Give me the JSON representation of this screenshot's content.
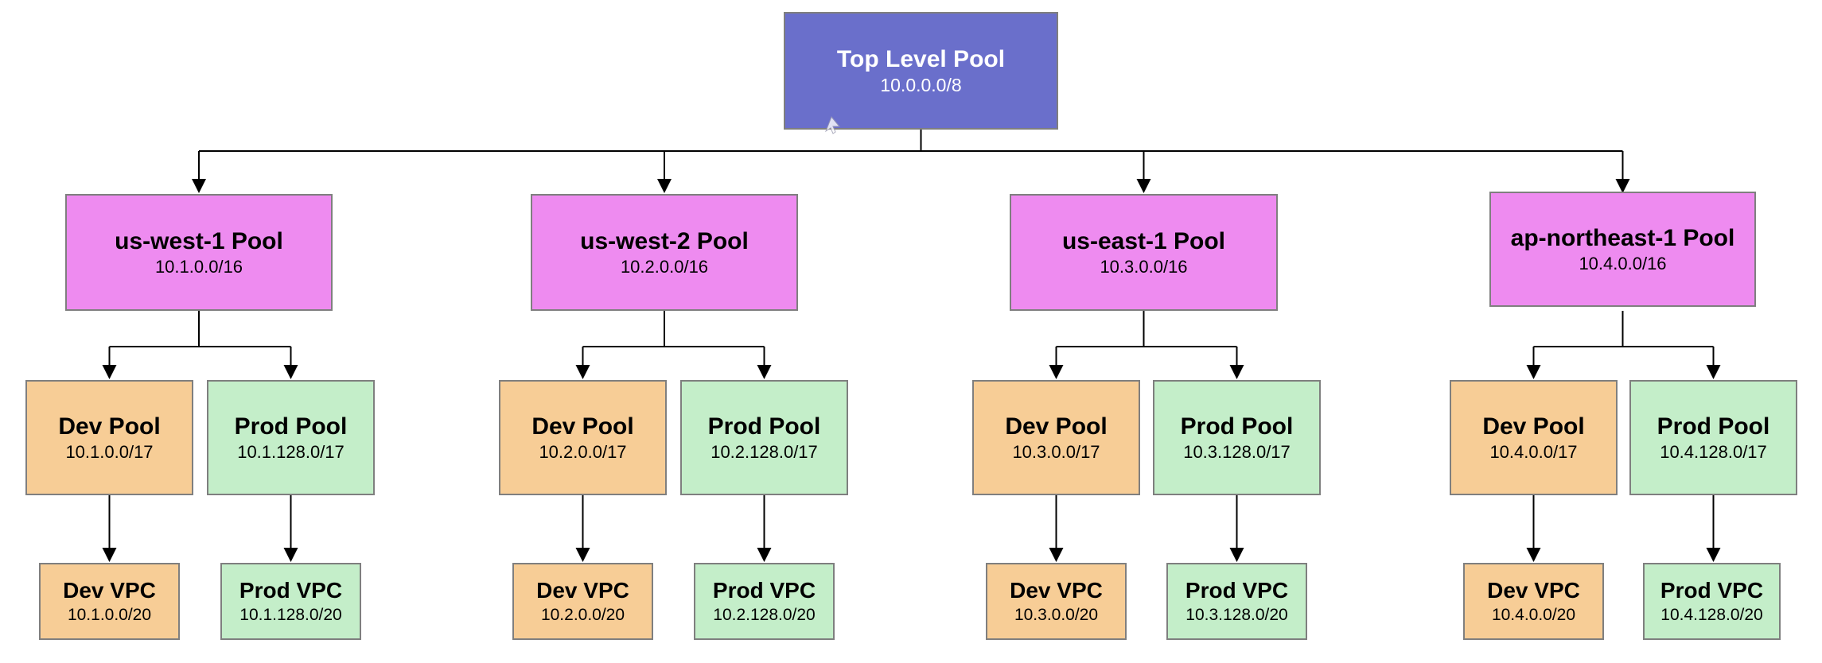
{
  "diagram": {
    "root": {
      "title": "Top Level Pool",
      "cidr": "10.0.0.0/8"
    },
    "regions": [
      {
        "title": "us-west-1 Pool",
        "cidr": "10.1.0.0/16",
        "dev_pool": {
          "title": "Dev Pool",
          "cidr": "10.1.0.0/17"
        },
        "prod_pool": {
          "title": "Prod Pool",
          "cidr": "10.1.128.0/17"
        },
        "dev_vpc": {
          "title": "Dev VPC",
          "cidr": "10.1.0.0/20"
        },
        "prod_vpc": {
          "title": "Prod VPC",
          "cidr": "10.1.128.0/20"
        }
      },
      {
        "title": "us-west-2 Pool",
        "cidr": "10.2.0.0/16",
        "dev_pool": {
          "title": "Dev Pool",
          "cidr": "10.2.0.0/17"
        },
        "prod_pool": {
          "title": "Prod Pool",
          "cidr": "10.2.128.0/17"
        },
        "dev_vpc": {
          "title": "Dev VPC",
          "cidr": "10.2.0.0/20"
        },
        "prod_vpc": {
          "title": "Prod VPC",
          "cidr": "10.2.128.0/20"
        }
      },
      {
        "title": "us-east-1 Pool",
        "cidr": "10.3.0.0/16",
        "dev_pool": {
          "title": "Dev Pool",
          "cidr": "10.3.0.0/17"
        },
        "prod_pool": {
          "title": "Prod Pool",
          "cidr": "10.3.128.0/17"
        },
        "dev_vpc": {
          "title": "Dev VPC",
          "cidr": "10.3.0.0/20"
        },
        "prod_vpc": {
          "title": "Prod VPC",
          "cidr": "10.3.128.0/20"
        }
      },
      {
        "title": "ap-northeast-1 Pool",
        "cidr": "10.4.0.0/16",
        "dev_pool": {
          "title": "Dev Pool",
          "cidr": "10.4.0.0/17"
        },
        "prod_pool": {
          "title": "Prod Pool",
          "cidr": "10.4.128.0/17"
        },
        "dev_vpc": {
          "title": "Dev VPC",
          "cidr": "10.4.0.0/20"
        },
        "prod_vpc": {
          "title": "Prod VPC",
          "cidr": "10.4.128.0/20"
        }
      }
    ]
  },
  "colors": {
    "background": "#ffffff",
    "root_fill": "#6a6fcb",
    "region_fill": "#ee8bf0",
    "dev_fill": "#f7cd96",
    "prod_fill": "#c4eec9",
    "border": "#7f7f7f",
    "line": "#000000",
    "root_text": "#ffffff",
    "node_text": "#000000"
  }
}
